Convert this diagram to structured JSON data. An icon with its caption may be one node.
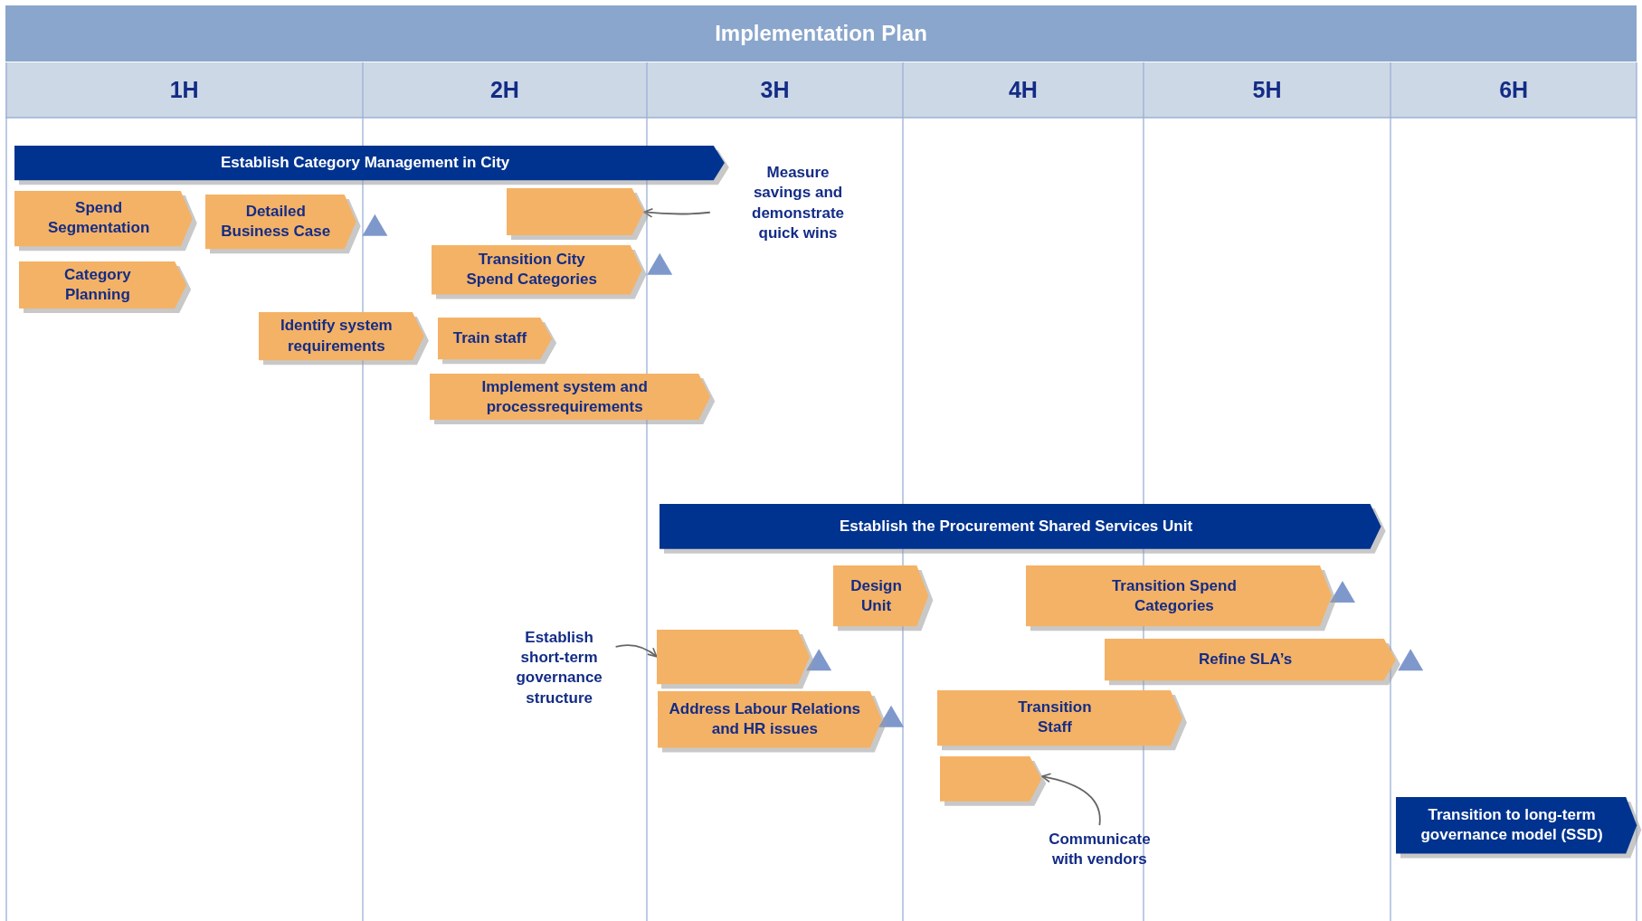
{
  "diagram": {
    "title": "Implementation Plan",
    "nodes": [
      {
        "text": [
          "Establish Category Management in City"
        ]
      },
      {
        "text": [
          "Spend Segmentation"
        ]
      },
      {
        "text": [
          "Detailed Business Case"
        ]
      },
      {
        "text": [],
        "shape": "chevron"
      },
      {
        "text": [
          "Measure savings and demonstrate quick wins"
        ]
      },
      {
        "text": [
          "Transition City Spend Categories"
        ]
      },
      {
        "text": [
          "Category Planning"
        ]
      },
      {
        "text": [
          "Identify system requirements"
        ]
      },
      {
        "text": [
          "Train staff"
        ]
      },
      {
        "text": [
          "Implement system and processrequirements"
        ]
      },
      {
        "text": [
          "Establish the Procurement Shared Services Unit"
        ]
      },
      {
        "text": [
          "Design Unit"
        ]
      },
      {
        "text": [
          "Transition Spend Categories"
        ]
      },
      {
        "text": [
          "Establish short-term governance structure"
        ]
      },
      {
        "text": [],
        "shape": "chevron"
      },
      {
        "text": [
          "Refine SLA’s"
        ]
      },
      {
        "text": [
          "Address Labour Relations and HR issues"
        ]
      },
      {
        "text": [
          "Transition Staff"
        ]
      },
      {
        "text": [],
        "shape": "chevron"
      },
      {
        "text": [
          "Communicate with vendors"
        ]
      },
      {
        "text": [
          "Transition to long-term governance model (SSD)"
        ]
      }
    ],
    "edges": [
      {
        "from": 4,
        "to": 3,
        "arrow": "to"
      },
      {
        "from": 13,
        "to": 14,
        "arrow": "to"
      },
      {
        "from": 19,
        "to": 18,
        "arrow": "to"
      }
    ],
    "labels": [
      "1H",
      "2H",
      "3H",
      "4H",
      "5H",
      "6H"
    ]
  }
}
